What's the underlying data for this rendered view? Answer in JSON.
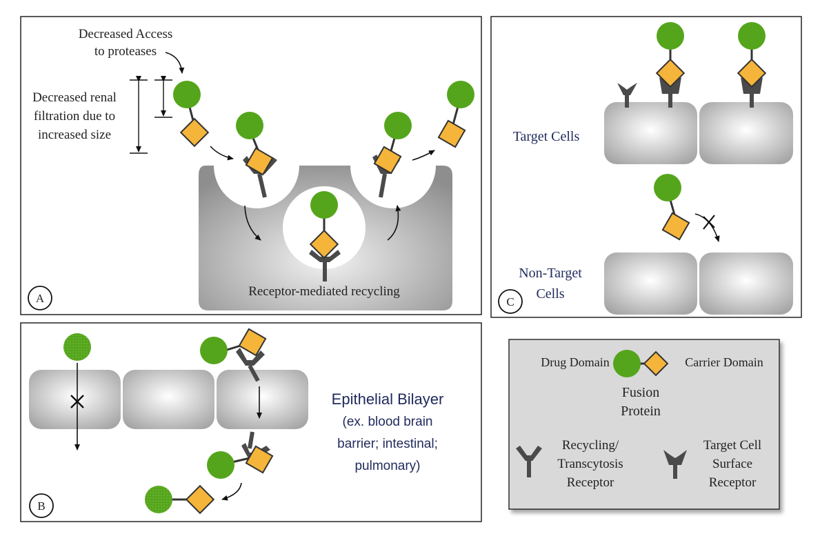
{
  "panel_a": {
    "label": "A",
    "protease_line1": "Decreased Access",
    "protease_line2": "to proteases",
    "renal_line1": "Decreased renal",
    "renal_line2": "filtration due to",
    "renal_line3": "increased size",
    "recycling_label": "Receptor-mediated recycling"
  },
  "panel_b": {
    "label": "B",
    "title": "Epithelial Bilayer",
    "sub_line1": "(ex. blood brain",
    "sub_line2": "barrier; intestinal;",
    "sub_line3": "pulmonary)"
  },
  "panel_c": {
    "label": "C",
    "target_label": "Target Cells",
    "nontarget_line1": "Non-Target",
    "nontarget_line2": "Cells"
  },
  "legend": {
    "drug_domain": "Drug Domain",
    "carrier_domain": "Carrier Domain",
    "fusion_line1": "Fusion",
    "fusion_line2": "Protein",
    "recycling_line1": "Recycling/",
    "recycling_line2": "Transcytosis",
    "recycling_line3": "Receptor",
    "target_line1": "Target Cell",
    "target_line2": "Surface",
    "target_line3": "Receptor"
  },
  "colors": {
    "drug_green": "#55a51c",
    "carrier_orange": "#f5b53a",
    "receptor_gray": "#4a4a4a",
    "label_navy": "#1f2a5c"
  }
}
